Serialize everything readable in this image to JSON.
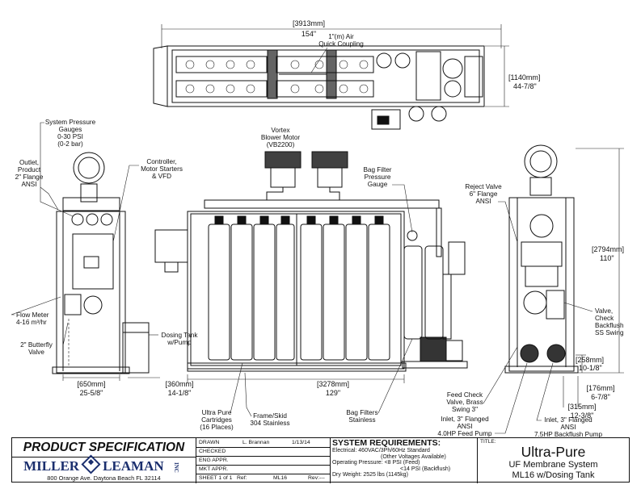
{
  "top_view": {
    "width_dim_mm": "[3913mm]",
    "width_dim_in": "154\"",
    "depth_dim_mm": "[1140mm]",
    "depth_dim_in": "44-7/8\"",
    "air_coupling": [
      "1\"(m) Air",
      "Quick Coupling"
    ]
  },
  "callouts": {
    "system_pressure": [
      "System Pressure",
      "Gauges",
      "0-30 PSI",
      "(0-2 bar)"
    ],
    "outlet_product": [
      "Outlet,",
      "Product",
      "2\" Flange",
      "ANSI"
    ],
    "controller": [
      "Controller,",
      "Motor Starters",
      "& VFD"
    ],
    "vortex_blower": [
      "Vortex",
      "Blower Motor",
      "(VB2200)"
    ],
    "bag_filter_gauge": [
      "Bag Filter",
      "Pressure",
      "Gauge"
    ],
    "reject_valve": [
      "Reject Valve",
      "6\" Flange",
      "ANSI"
    ],
    "flow_meter": [
      "Flow Meter",
      "4-16 m³/hr"
    ],
    "butterfly_valve": [
      "2\" Butterfly",
      "Valve"
    ],
    "dosing_tank": [
      "Dosing Tank",
      "w/Pump"
    ],
    "check_valve": [
      "Valve,",
      "Check",
      "Backflush",
      "SS Swing"
    ],
    "ultra_pure": [
      "Ultra Pure",
      "Cartridges",
      "(16 Places)"
    ],
    "frame_skid": [
      "Frame/Skid",
      "304 Stainless"
    ],
    "bag_filters": [
      "Bag Filters",
      "Stainless"
    ],
    "feed_check": [
      "Feed Check",
      "Valve, Brass",
      "Swing 3\""
    ],
    "inlet_feed": [
      "Inlet, 3\" Flanged",
      "ANSI",
      "4.0HP Feed Pump"
    ],
    "inlet_backflush": [
      "Inlet, 3\" Flanged",
      "ANSI",
      "7.5HP Backflush Pump"
    ]
  },
  "dims": {
    "left_width_mm": "[650mm]",
    "left_width_in": "25-5/8\"",
    "left_ext_mm": "[360mm]",
    "left_ext_in": "14-1/8\"",
    "front_len_mm": "[3278mm]",
    "front_len_in": "129\"",
    "height_mm": "[2794mm]",
    "height_in": "110\"",
    "pump_h_mm": "[258mm]",
    "pump_h_in": "10-1/8\"",
    "base_a_mm": "[176mm]",
    "base_a_in": "6-7/8\"",
    "base_b_mm": "[315mm]",
    "base_b_in": "12-3/8\""
  },
  "title_block": {
    "spec_title": "PRODUCT SPECIFICATION",
    "company_left": "MILLER",
    "company_right": "LEAMAN",
    "company_inc": "INC",
    "address": "800 Orange Ave. Daytona Beach FL 32114",
    "drawn_label": "DRAWN",
    "drawn_by": "L. Brannan",
    "drawn_date": "1/13/14",
    "checked_label": "CHECKED",
    "eng_label": "ENG APPR.",
    "mkt_label": "MKT APPR.",
    "sheet_label": "SHEET 1 of 1",
    "ref_label": "Ref:",
    "ref_value": "ML16",
    "rev_label": "Rev:---",
    "requirements_head": "SYSTEM REQUIREMENTS:",
    "requirements": [
      "Electrical: 460VAC/3Ph/60Hz Standard",
      "(Other Voltages Available)",
      "Operating Pressure: <8 PSI (Feed)",
      "<14 PSI (Backflush)",
      "Dry Weight: 2525 lbs (1145kg)"
    ],
    "title_label": "TITLE:",
    "title_main": "Ultra-Pure",
    "title_sub1": "UF Membrane System",
    "title_sub2": "ML16 w/Dosing Tank"
  }
}
